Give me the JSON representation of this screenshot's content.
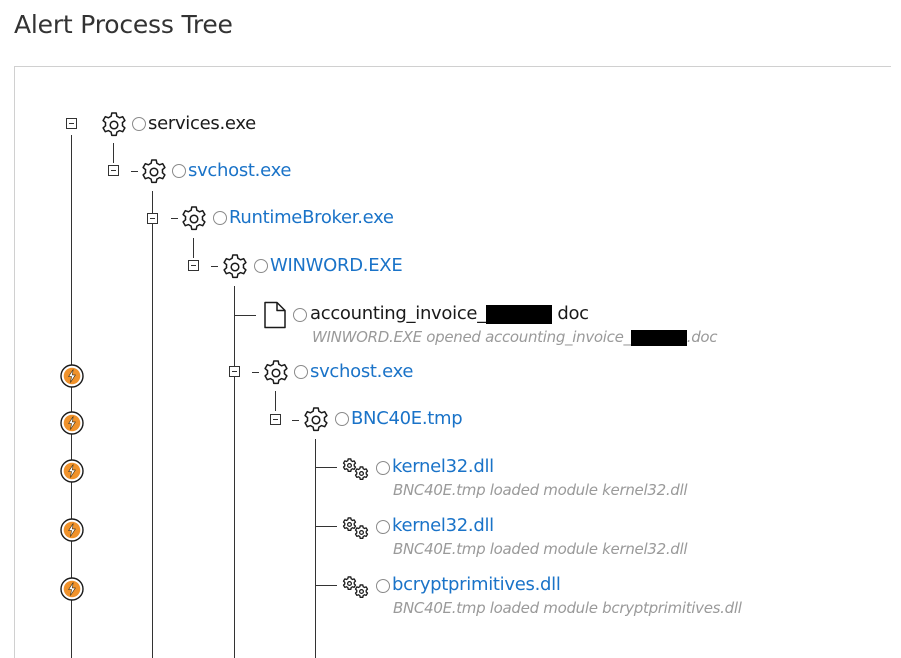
{
  "page": {
    "title": "Alert Process Tree"
  },
  "colors": {
    "link": "#1a73c8",
    "alert_orange": "#f0922b",
    "line": "#333333",
    "muted": "#9a9a9a"
  },
  "tree": {
    "services": {
      "label": "services.exe",
      "icon": "gear-icon"
    },
    "svchost1": {
      "label": "svchost.exe",
      "icon": "gear-icon"
    },
    "runtimebroker": {
      "label": "RuntimeBroker.exe",
      "icon": "gear-icon"
    },
    "winword": {
      "label": "WINWORD.EXE",
      "icon": "gear-icon"
    },
    "invoice": {
      "label_prefix": "accounting_invoice_",
      "label_suffix": " doc",
      "icon": "file-icon",
      "sub_prefix": "WINWORD.EXE opened accounting_invoice_",
      "sub_suffix": ".doc"
    },
    "svchost2": {
      "label": "svchost.exe",
      "icon": "gear-icon"
    },
    "bnc": {
      "label": "BNC40E.tmp",
      "icon": "gear-icon"
    },
    "modules": [
      {
        "label": "kernel32.dll",
        "sub": "BNC40E.tmp loaded module kernel32.dll",
        "icon": "gears-icon"
      },
      {
        "label": "kernel32.dll",
        "sub": "BNC40E.tmp loaded module kernel32.dll",
        "icon": "gears-icon"
      },
      {
        "label": "bcryptprimitives.dll",
        "sub": "BNC40E.tmp loaded module bcryptprimitives.dll",
        "icon": "gears-icon"
      }
    ]
  },
  "alerts": {
    "count": 5,
    "icon": "lightning-icon"
  }
}
